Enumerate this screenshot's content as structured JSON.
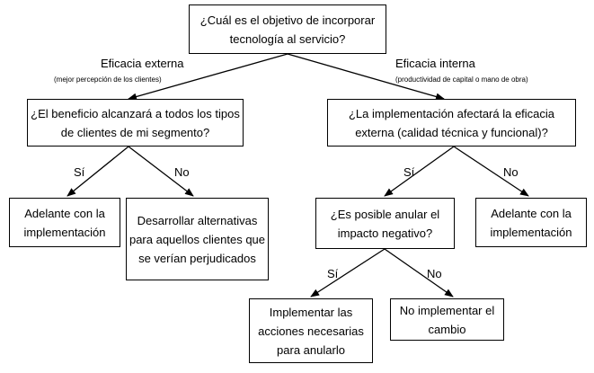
{
  "nodes": {
    "root": "¿Cuál es el objetivo de incorporar tecnología al servicio?",
    "left_q": "¿El beneficio alcanzará a todos los tipos de clientes de mi segmento?",
    "right_q": "¿La implementación afectará la eficacia externa (calidad técnica y funcional)?",
    "left_yes": "Adelante con la implementación",
    "left_no": "Desarrollar alternativas para aquellos clientes que se verían perjudicados",
    "right_mid_q": "¿Es posible anular el impacto negativo?",
    "right_no": "Adelante con la implementación",
    "bottom_yes": "Implementar las acciones necesarias para anularlo",
    "bottom_no": "No implementar el cambio"
  },
  "edges": {
    "external": "Eficacia externa",
    "external_note": "(mejor percepción de los clientes)",
    "internal": "Eficacia interna",
    "internal_note": "(productividad de capital o mano de obra)",
    "si_1": "Sí",
    "no_1": "No",
    "si_2": "Sí",
    "no_2": "No",
    "si_3": "Sí",
    "no_3": "No"
  }
}
